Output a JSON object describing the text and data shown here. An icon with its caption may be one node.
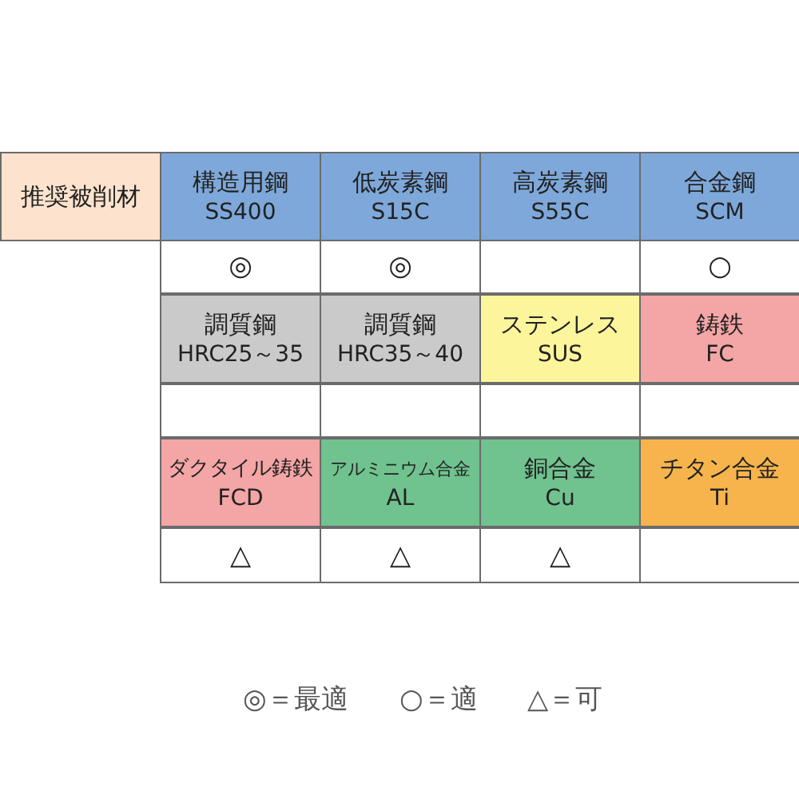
{
  "diagram": {
    "nodes": [
      {
        "text": [
          "推奨被削材"
        ]
      },
      {
        "text": [
          "構造用鋼",
          "SS400"
        ]
      },
      {
        "text": [
          "低炭素鋼",
          "S15C"
        ]
      },
      {
        "text": [
          "高炭素鋼",
          "S55C"
        ]
      },
      {
        "text": [
          "合金鋼",
          "SCM"
        ]
      },
      {
        "text": [
          "◎"
        ]
      },
      {
        "text": [
          "◎"
        ]
      },
      {
        "text": [],
        "shape": "box"
      },
      {
        "text": [
          "○"
        ]
      },
      {
        "text": [
          "調質鋼",
          "HRC25～35"
        ]
      },
      {
        "text": [
          "調質鋼",
          "HRC35～40"
        ]
      },
      {
        "text": [
          "ステンレス",
          "SUS"
        ]
      },
      {
        "text": [
          "鋳鉄",
          "FC"
        ]
      },
      {
        "text": [],
        "shape": "box"
      },
      {
        "text": [],
        "shape": "box"
      },
      {
        "text": [],
        "shape": "box"
      },
      {
        "text": [],
        "shape": "box"
      },
      {
        "text": [
          "ダクタイル鋳鉄",
          "FCD"
        ]
      },
      {
        "text": [
          "アルミニウム合金",
          "AL"
        ]
      },
      {
        "text": [
          "銅合金",
          "Cu"
        ]
      },
      {
        "text": [
          "チタン合金",
          "Ti"
        ]
      },
      {
        "text": [
          "△"
        ]
      },
      {
        "text": [
          "△"
        ]
      },
      {
        "text": [
          "△"
        ]
      },
      {
        "text": [],
        "shape": "box"
      }
    ],
    "labels": [
      "◎＝最適",
      "○＝適",
      "△＝可"
    ]
  }
}
